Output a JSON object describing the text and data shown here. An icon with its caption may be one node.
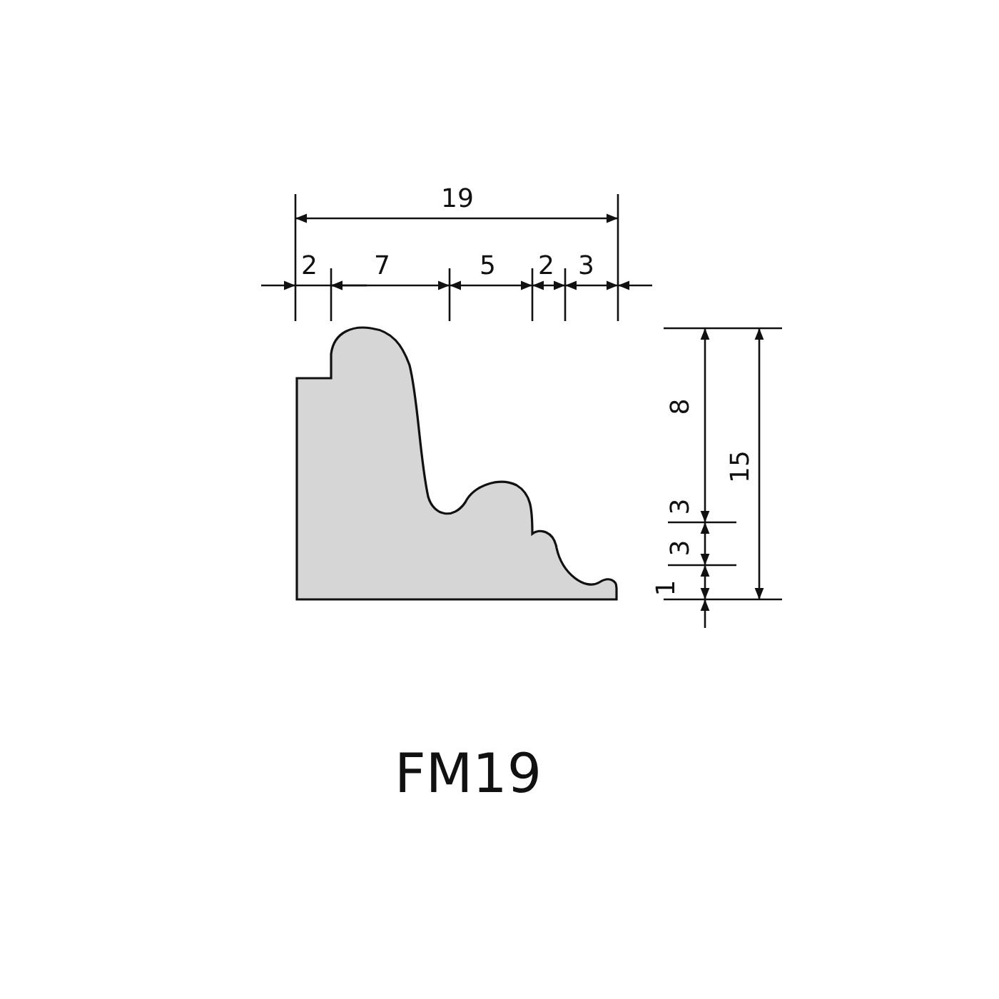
{
  "diagram": {
    "caption": "FM19",
    "labels": [
      "19",
      "2",
      "7",
      "5",
      "2",
      "3",
      "8",
      "15",
      "3",
      "3",
      "1"
    ]
  }
}
